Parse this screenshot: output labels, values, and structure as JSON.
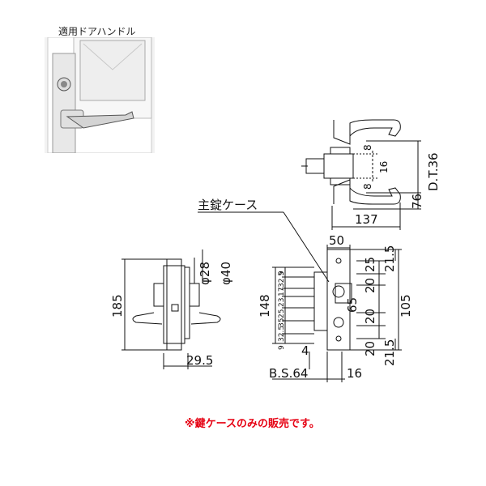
{
  "photo": {
    "caption": "適用ドアハンドル"
  },
  "labels": {
    "main_case": "主錠ケース",
    "note": "※鍵ケースのみの販売です。"
  },
  "dimensions": {
    "top_view": {
      "d8_top": "8",
      "d8_bottom": "8",
      "d16": "16",
      "dt36": "D.T.36",
      "d76": "76",
      "d137": "137"
    },
    "side_view": {
      "d185": "185",
      "phi28": "φ28",
      "phi40": "φ40",
      "d29_5": "29.5"
    },
    "front_view": {
      "d50": "50",
      "d148": "148",
      "d9_top": "9",
      "d32_5_top": "32.5",
      "d17": "17",
      "d23": "23",
      "d25": "25",
      "d35": "35",
      "d32_5_bottom": "32.5",
      "d9_bottom": "9",
      "d4": "4",
      "bs64": "B.S.64",
      "d16": "16",
      "r25": "25",
      "r20a": "20",
      "r65": "65",
      "r20b": "20",
      "r20c": "20",
      "r21_5_top": "21.5",
      "r105": "105",
      "r21_5_bottom": "21.5"
    }
  }
}
